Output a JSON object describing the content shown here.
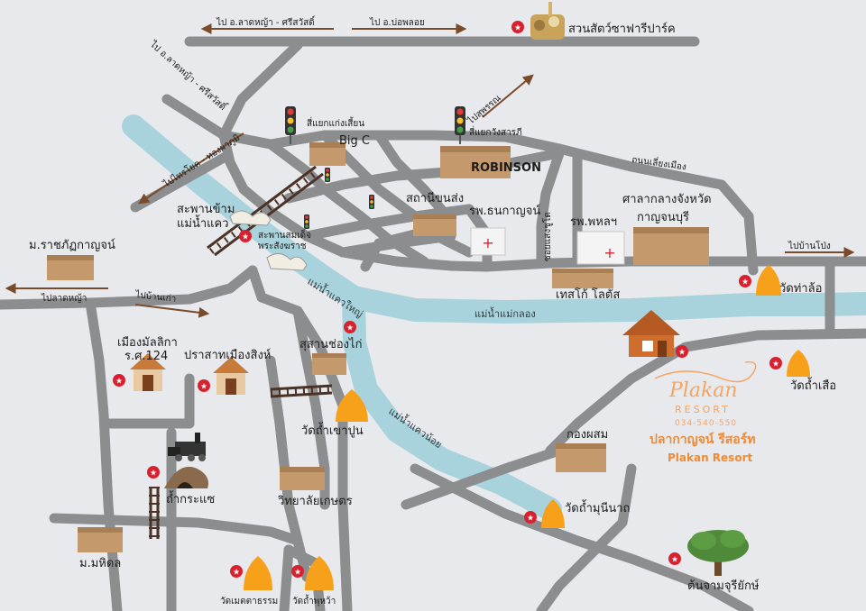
{
  "colors": {
    "background": "#e8e9ec",
    "road": "#8c8d8f",
    "river": "#a9d3dc",
    "building": "#c49a6c",
    "pagoda": "#f7a11a",
    "marker": "#d7212f",
    "resort_text": "#ef8a35",
    "arrow": "#7a4b2a"
  },
  "directions": {
    "lat_ya_top": "ไป อ.ลาดหญ้า - ศรีสวัสดิ์",
    "bo_phloi": "ไป อ.บ่อพลอย",
    "lat_ya_diag": "ไป อ.ลาดหญ้า - ศรีสวัสดิ์",
    "sai_yok": "ไปไทรโยค - ทองผาภูมิ",
    "suphan": "ไปสุพรรณ",
    "ban_pong": "ไปบ้านโป่ง",
    "lat_ya_left": "ไปลาดหญ้า",
    "ban_kao": "ไปบ้านเก่า"
  },
  "labels": {
    "safari_park": "สวนสัตว์ซาฟารีปาร์ค",
    "kaeng_sian": "สี่แยกแก่งเสี้ยน",
    "wang_sarapee": "สี่แยกวังสารภี",
    "big_c": "Big C",
    "robinson": "ROBINSON",
    "bypass": "ถนนเลี่ยงเมือง",
    "bridge_kwae": "สะพานข้าม\nแม่น้ำแคว",
    "bridge_kwae_l1": "สะพานข้าม",
    "bridge_kwae_l2": "แม่น้ำแคว",
    "bus_station": "สถานีขนส่ง",
    "thanakarn_hosp": "รพ.ธนกาญจน์",
    "phahol_hosp": "รพ.พหลฯ",
    "city_hall_l1": "ศาลากลางจังหวัด",
    "city_hall_l2": "กาญจนบุรี",
    "saeng_chuto": "ซอยแสงชูโต",
    "rajabhat": "ม.ราชภัฏกาญจน์",
    "somdet_bridge_l1": "สะพานสมเด็จ",
    "somdet_bridge_l2": "พระสังฆราช",
    "tesco": "เทสโก้ โลตัส",
    "wat_tha_lo": "วัดท่าล้อ",
    "mae_klong": "แม่น้ำแม่กลอง",
    "kwae_yai": "แม่น้ำแควใหญ่",
    "kwae_noi": "แม่น้ำแควน้อย",
    "war_cemetery": "สุสานช่องไก่",
    "wat_tham_khao_poon": "วัดถ้ำเขาปูน",
    "mueang_malika_l1": "เมืองมัลลิกา",
    "mueang_malika_l2": "ร.ศ.124",
    "prasat_mueang_sing": "ปราสาทเมืองสิงห์",
    "tham_kra_sae": "ถ้ำกระแซ",
    "agri_college": "วิทยาลัยเกษตร",
    "mahidol": "ม.มหิดล",
    "wat_metta": "วัดเมตตาธรรม",
    "wat_phu_wa": "วัดถ้ำพุหว้า",
    "kong_phasom": "กองผสม",
    "wat_muni_nat": "วัดถ้ำมุนีนาถ",
    "wat_tham_suea": "วัดถ้ำเสือ",
    "chamchuri_tree": "ต้นจามจุรียักษ์",
    "resort_th": "ปลากาญจน์ รีสอร์ท",
    "resort_en": "Plakan Resort",
    "logo_name": "Plakan",
    "logo_resort": "RESORT",
    "logo_phone": "034-540-550"
  }
}
